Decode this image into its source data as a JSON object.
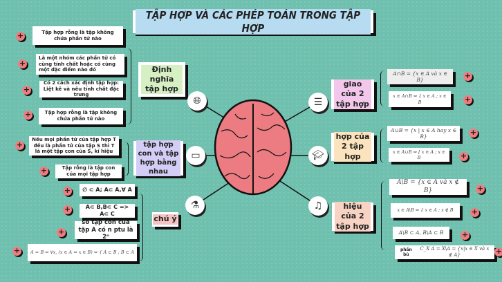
{
  "title": "TẬP HỢP VÀ CÁC PHÉP TOÁN TRONG TẬP HỢP",
  "branches": {
    "dinh_nghia": {
      "label": "Định nghĩa tập hợp",
      "color": "#d6f0c4",
      "icon": "globe-icon",
      "items": [
        "Tập hợp rỗng là tập không chứa phần tử nào",
        "Là một nhóm các phần tử có cùng tính chất hoặc có cùng một đặc điểm nào đó",
        "Có 2 cách xác định tập hợp: Liệt kê và nêu tính chất đặc trưng",
        "Tập hợp rỗng là tập không chứa phần tử nào"
      ]
    },
    "tap_con": {
      "label": "tập hợp con và tập hợp bằng nhau",
      "color": "#d4cdf5",
      "icon": "monitor-icon",
      "items": [
        "Nếu mọi phần tử của tập hợp T đều là phần tử của tập S thì T là một tập con của S, kí hiệu",
        "Tập rỗng là tập con của mọi tập hợp"
      ]
    },
    "chu_y": {
      "label": "chú ý",
      "color": "#f6c3c3",
      "icon": "flask-icon",
      "items": [
        "∅ ⊂ A; A⊂ A,∀ A",
        "A⊂ B,B⊂ C => A⊂ C",
        "số tập con của tập A có n ptu là 2ⁿ",
        "A = B ⇔ ∀x, (x ∈ A ⇔ x ∈ B) ⇔ { A ⊂ B ; B ⊂ A"
      ]
    },
    "giao": {
      "label": "giao của 2 tập hợp",
      "color": "#f3c6ec",
      "icon": "chat-icon",
      "items": [
        "A∩B = {x ∈ A và x ∈ B}",
        "x ∈ A∩B ⇔ { x ∈ A ; x ∈ B"
      ]
    },
    "hop": {
      "label": "hợp của 2 tập hợp",
      "color": "#fbe3bd",
      "icon": "graduation-cap-icon",
      "items": [
        "A∪B = {x | x ∈ A hay x ∈ B}",
        "x ∈ A∪B ⇔ [ x ∈ A ; x ∈ B"
      ]
    },
    "hieu": {
      "label": "hiệu của 2 tập hợp",
      "color": "#f8d3c4",
      "icon": "music-icon",
      "items": [
        "A\\B = {x ∈ A và x ∉ B}",
        "x ∈ A\\B ⇔ { x ∈ A ; x ∉ B",
        "A\\B ⊂ A,  B\\A ⊂ B",
        "C_X A = X\\A = {x|x ∈ X và x ∉ A}"
      ],
      "complement_label": "phần bù"
    }
  },
  "plus_symbol": "+"
}
